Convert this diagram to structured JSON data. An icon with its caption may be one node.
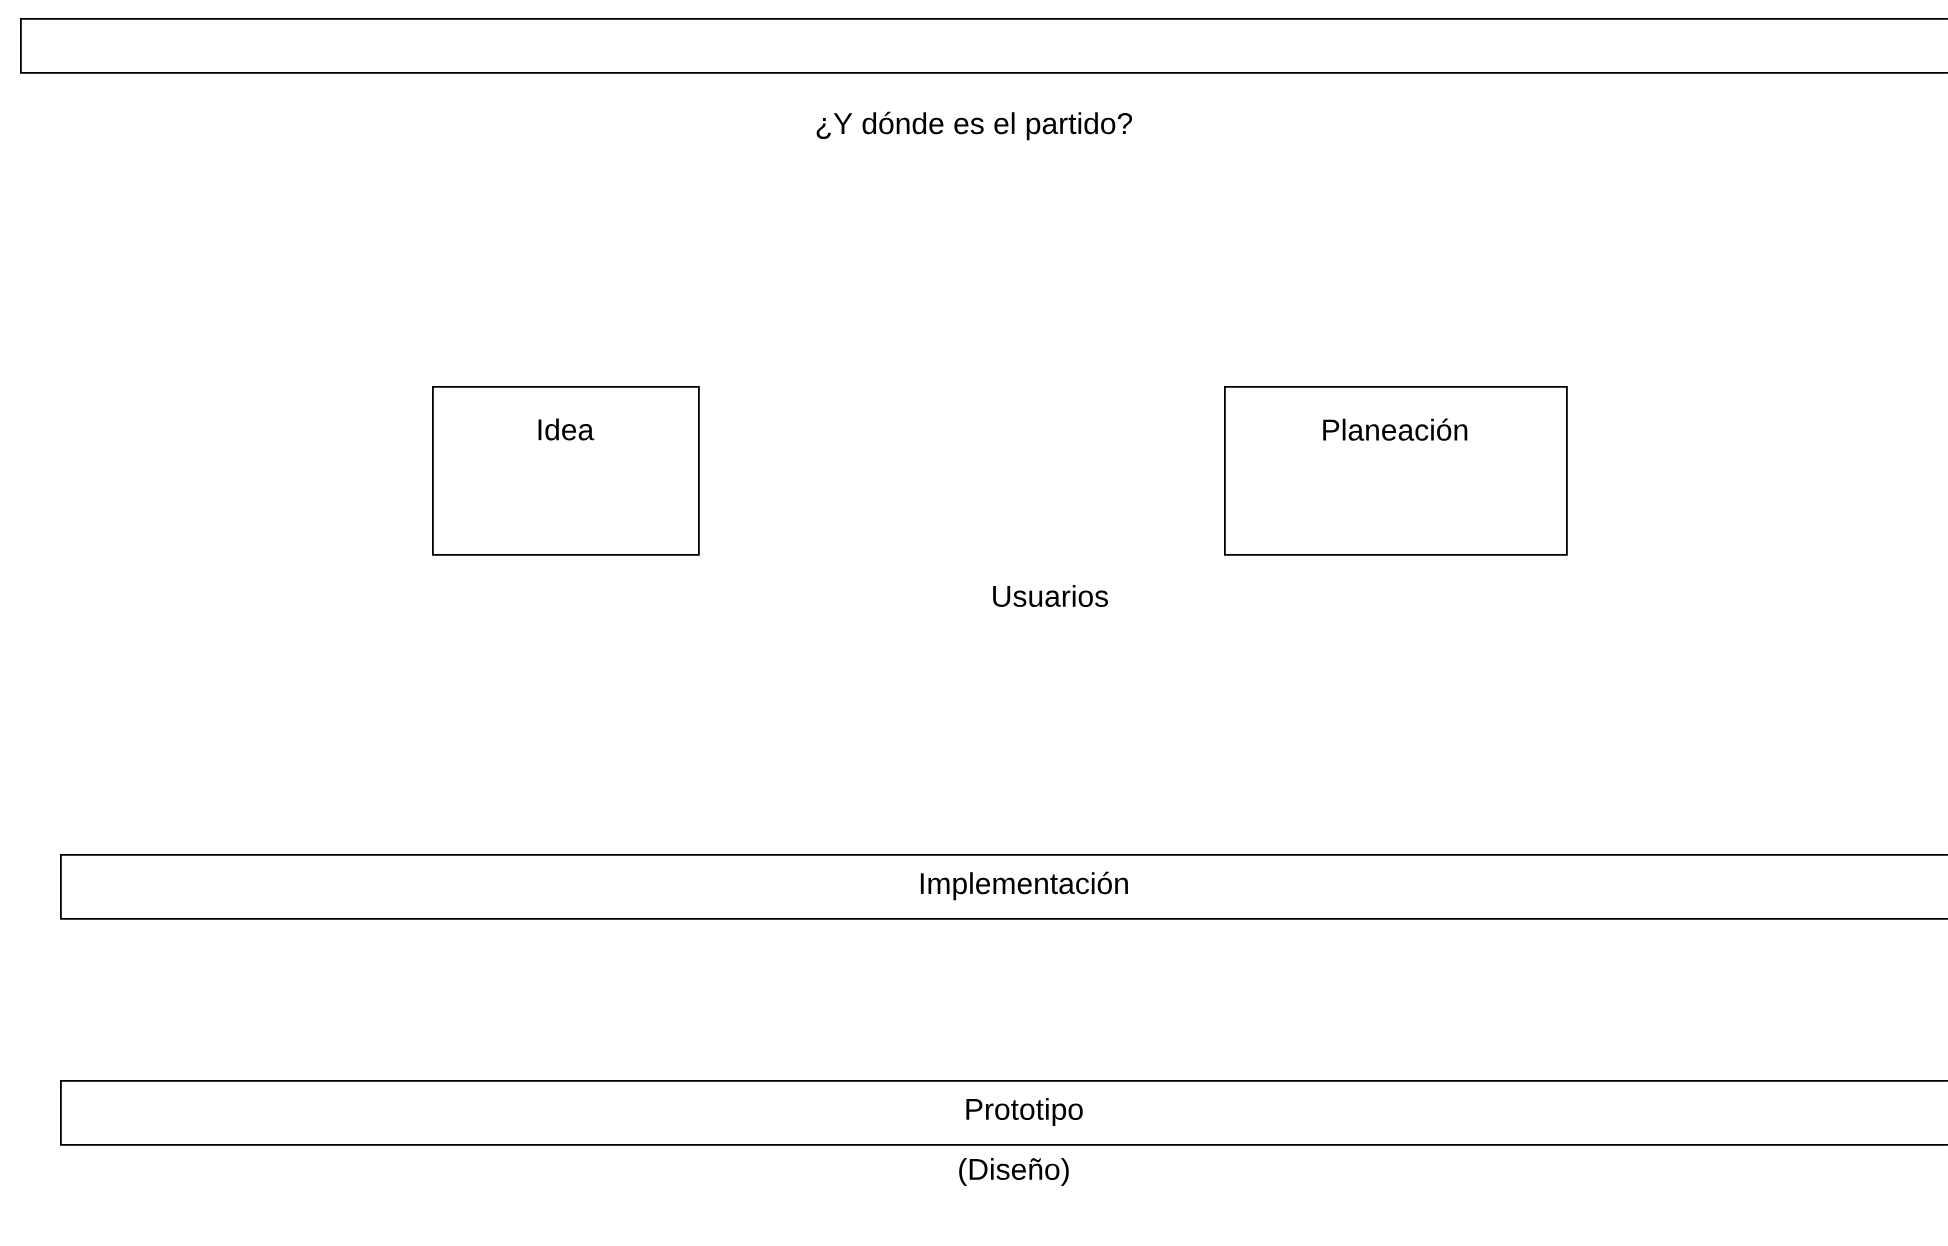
{
  "diagram": {
    "nodes": [
      {
        "text": [],
        "shape": "box",
        "beside": [
          "¿Y dónde es el partido?"
        ]
      },
      {
        "text": [
          "Idea"
        ]
      },
      {
        "text": [
          "Planeación"
        ]
      },
      {
        "text": [
          "Implementación"
        ]
      },
      {
        "text": [
          "Prototipo"
        ],
        "beside": [
          "(Diseño)"
        ]
      }
    ],
    "labels": [
      "Usuarios"
    ]
  }
}
